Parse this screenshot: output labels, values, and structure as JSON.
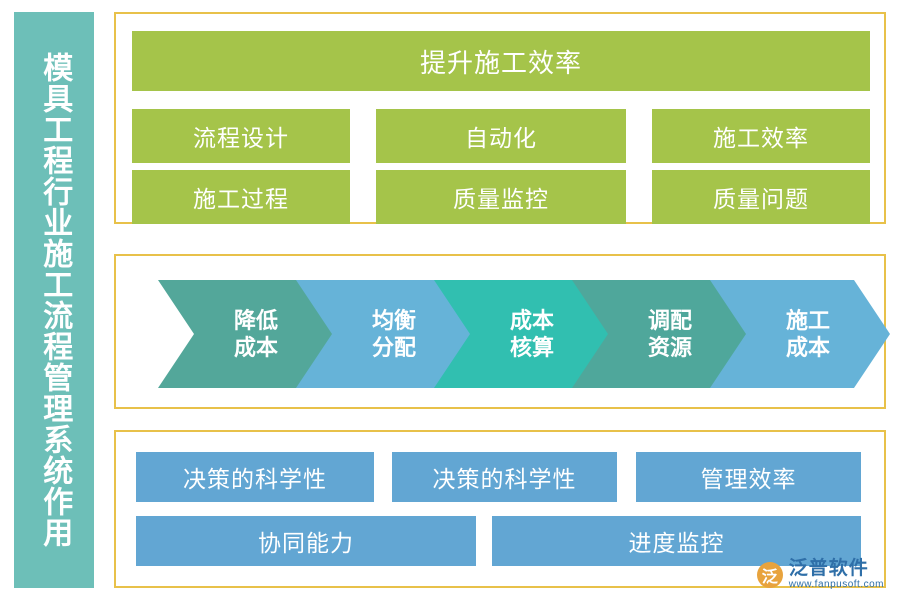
{
  "title": {
    "text": "模具工程行业施工流程管理系统作用"
  },
  "top_section": {
    "header": "提升施工效率",
    "row1": [
      "流程设计",
      "自动化",
      "施工效率"
    ],
    "row2": [
      "施工过程",
      "质量监控",
      "质量问题"
    ]
  },
  "middle_section": {
    "chevrons": [
      {
        "line1": "降低",
        "line2": "成本"
      },
      {
        "line1": "均衡",
        "line2": "分配"
      },
      {
        "line1": "成本",
        "line2": "核算"
      },
      {
        "line1": "调配",
        "line2": "资源"
      },
      {
        "line1": "施工",
        "line2": "成本"
      }
    ]
  },
  "bottom_section": {
    "row1": [
      "决策的科学性",
      "决策的科学性",
      "管理效率"
    ],
    "row2": [
      "协同能力",
      "进度监控"
    ]
  },
  "logo": {
    "mark": "泛",
    "name_cn": "泛普软件",
    "name_en": "www.fanpusoft.com"
  },
  "colors": {
    "title_bar": "#6dbfb8",
    "panel_border": "#e8c14a",
    "green": "#a5c44a",
    "blue": "#62a6d3",
    "teal": "#53a79a",
    "cyan": "#31bfb0",
    "logo_orange": "#e8a33d",
    "logo_blue": "#2f6fa8"
  }
}
